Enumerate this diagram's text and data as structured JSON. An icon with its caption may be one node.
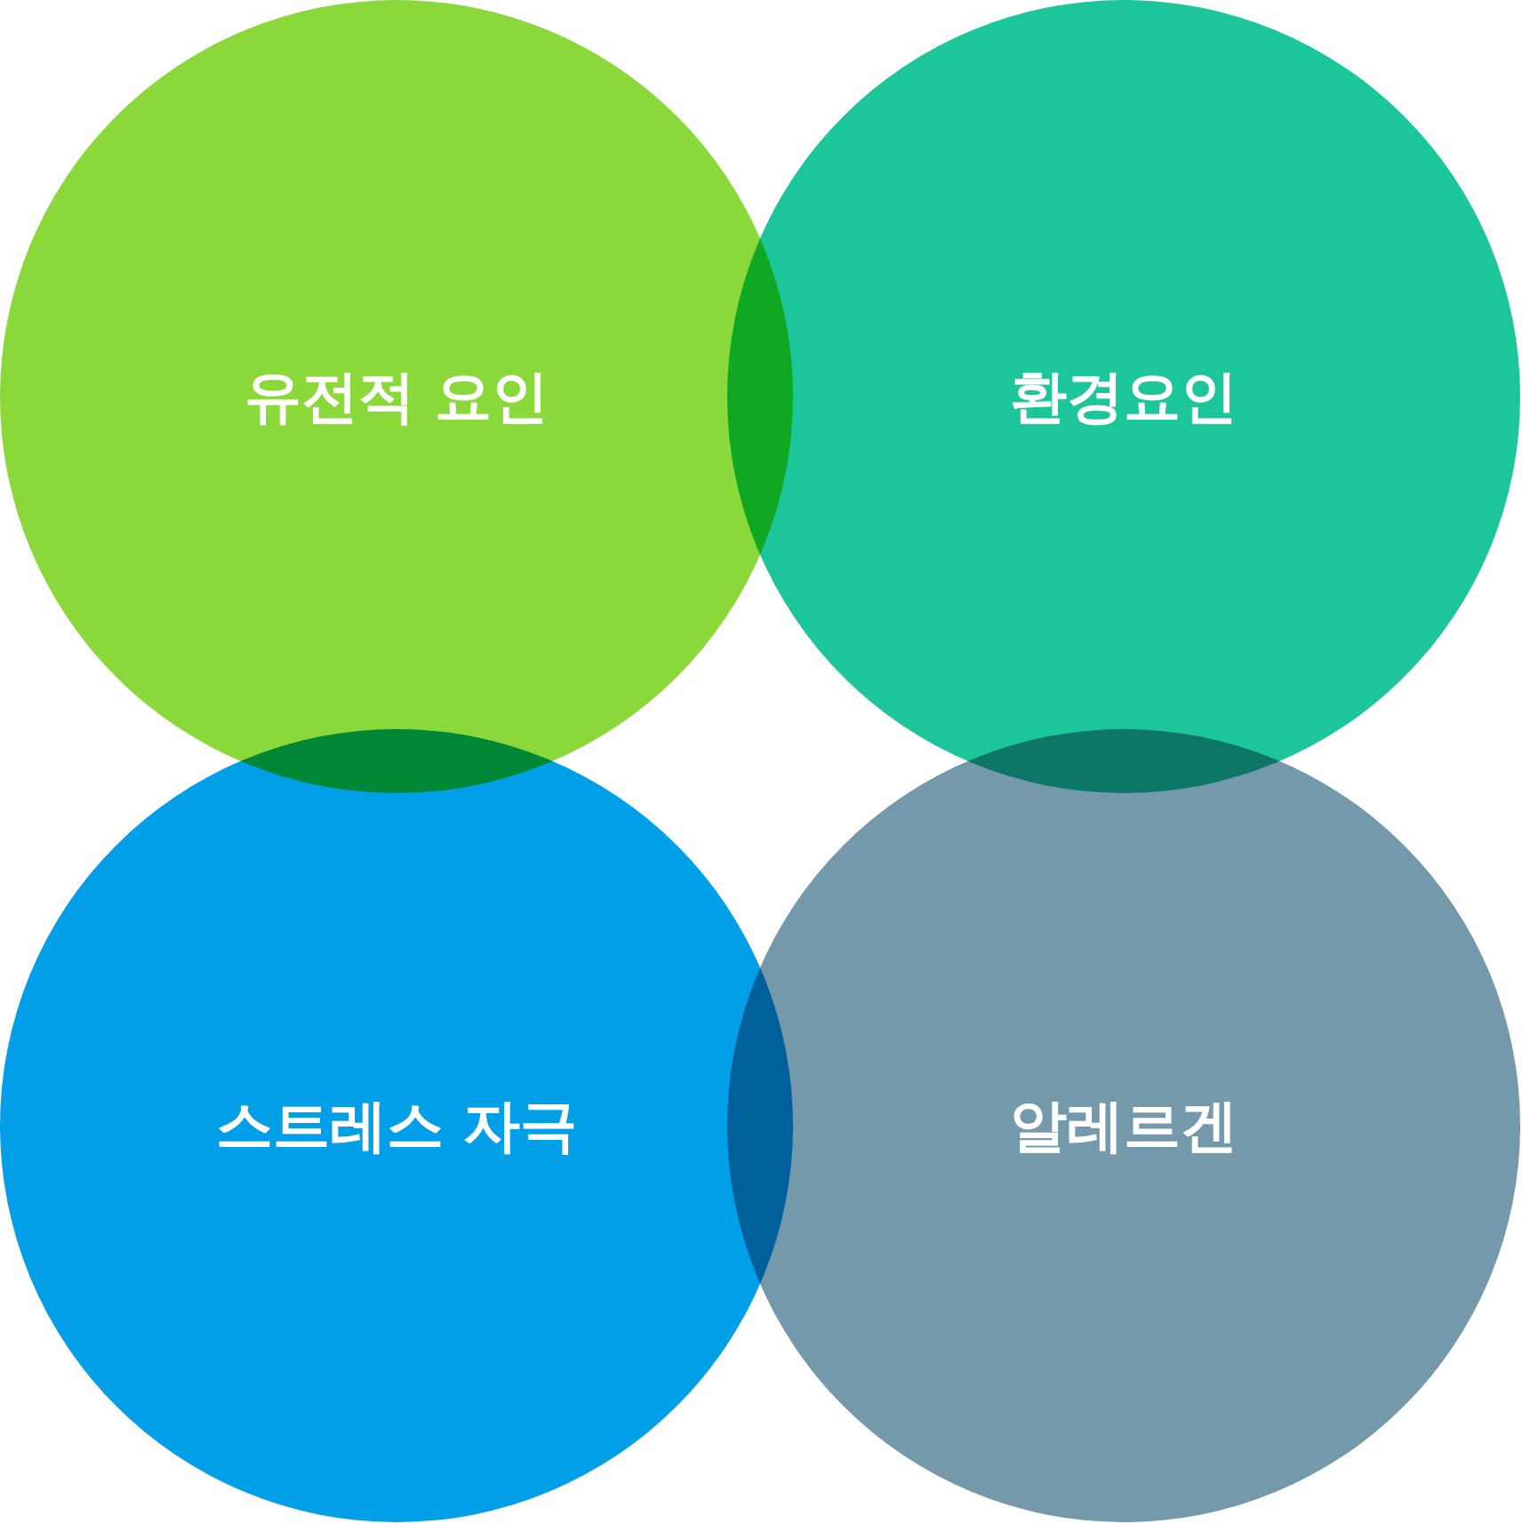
{
  "diagram": {
    "nodes": [
      {
        "text": [
          "유전적 요인"
        ]
      },
      {
        "text": [
          "환경요인"
        ]
      },
      {
        "text": [
          "스트레스 자극"
        ]
      },
      {
        "text": [
          "알레르겐"
        ]
      }
    ]
  }
}
